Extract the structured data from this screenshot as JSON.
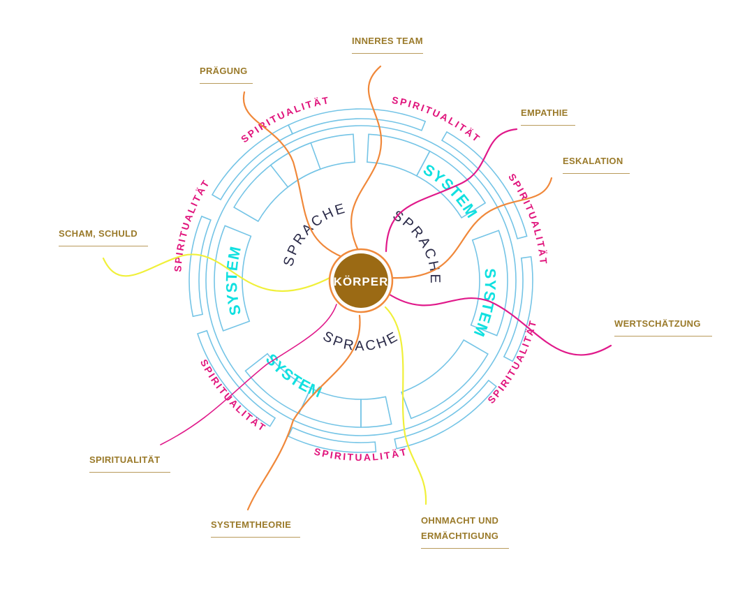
{
  "center": {
    "label": "KÖRPER",
    "fill": "#9b6a14",
    "ring": "#f08a3c"
  },
  "ring_words": {
    "system": "SYSTEM",
    "sprache": "SPRACHE",
    "spiritualitaet": "SPIRITUALITÄT"
  },
  "colors": {
    "system_text": "#11e0e0",
    "outline": "#74c4e6",
    "spirit": "#e0147c",
    "sprache": "#2a2a48",
    "label": "#9a7a2a",
    "orange": "#f0883a",
    "pink": "#e0198a",
    "yellow": "#f0f03a"
  },
  "labels": [
    {
      "id": "inneres-team",
      "text": "INNERES TEAM"
    },
    {
      "id": "praegung",
      "text": "PRÄGUNG"
    },
    {
      "id": "empathie",
      "text": "EMPATHIE"
    },
    {
      "id": "eskalation",
      "text": "ESKALATION"
    },
    {
      "id": "scham-schuld",
      "text": "SCHAM, SCHULD"
    },
    {
      "id": "wertschaetzung",
      "text": "WERTSCHÄTZUNG"
    },
    {
      "id": "spiritualitaet",
      "text": "SPIRITUALITÄT"
    },
    {
      "id": "systemtheorie",
      "text": "SYSTEMTHEORIE"
    },
    {
      "id": "ohnmacht",
      "text": "OHNMACHT UND",
      "text2": "ERMÄCHTIGUNG"
    }
  ]
}
